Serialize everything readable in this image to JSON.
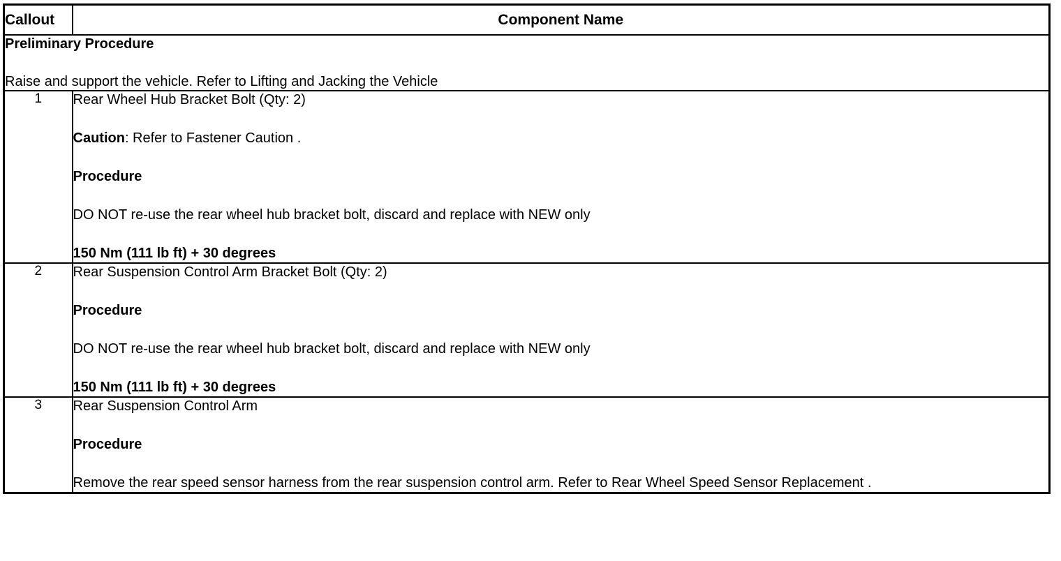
{
  "table": {
    "columns": [
      {
        "key": "callout",
        "header": "Callout",
        "align": "left"
      },
      {
        "key": "component_name",
        "header": "Component Name",
        "align": "center"
      }
    ],
    "preliminary": {
      "title": "Preliminary Procedure",
      "text": "Raise and support the vehicle. Refer to Lifting and Jacking the Vehicle"
    },
    "rows": [
      {
        "callout": "1",
        "component": "Rear Wheel Hub Bracket Bolt (Qty: 2)",
        "caution_label": "Caution",
        "caution_text": ": Refer to Fastener Caution .",
        "procedure_label": "Procedure",
        "procedure_text": "DO NOT re-use the rear wheel hub bracket bolt, discard and replace with NEW only",
        "torque": "150 Nm (111 lb ft) + 30 degrees"
      },
      {
        "callout": "2",
        "component": "Rear Suspension Control Arm Bracket Bolt (Qty: 2)",
        "procedure_label": "Procedure",
        "procedure_text": "DO NOT re-use the rear wheel hub bracket bolt, discard and replace with NEW only",
        "torque": "150 Nm (111 lb ft) + 30 degrees"
      },
      {
        "callout": "3",
        "component": "Rear Suspension Control Arm",
        "procedure_label": "Procedure",
        "procedure_text": "Remove the rear speed sensor harness from the rear suspension control arm. Refer to Rear Wheel Speed Sensor Replacement ."
      }
    ]
  },
  "colors": {
    "border": "#000000",
    "background": "#ffffff",
    "text": "#000000"
  }
}
